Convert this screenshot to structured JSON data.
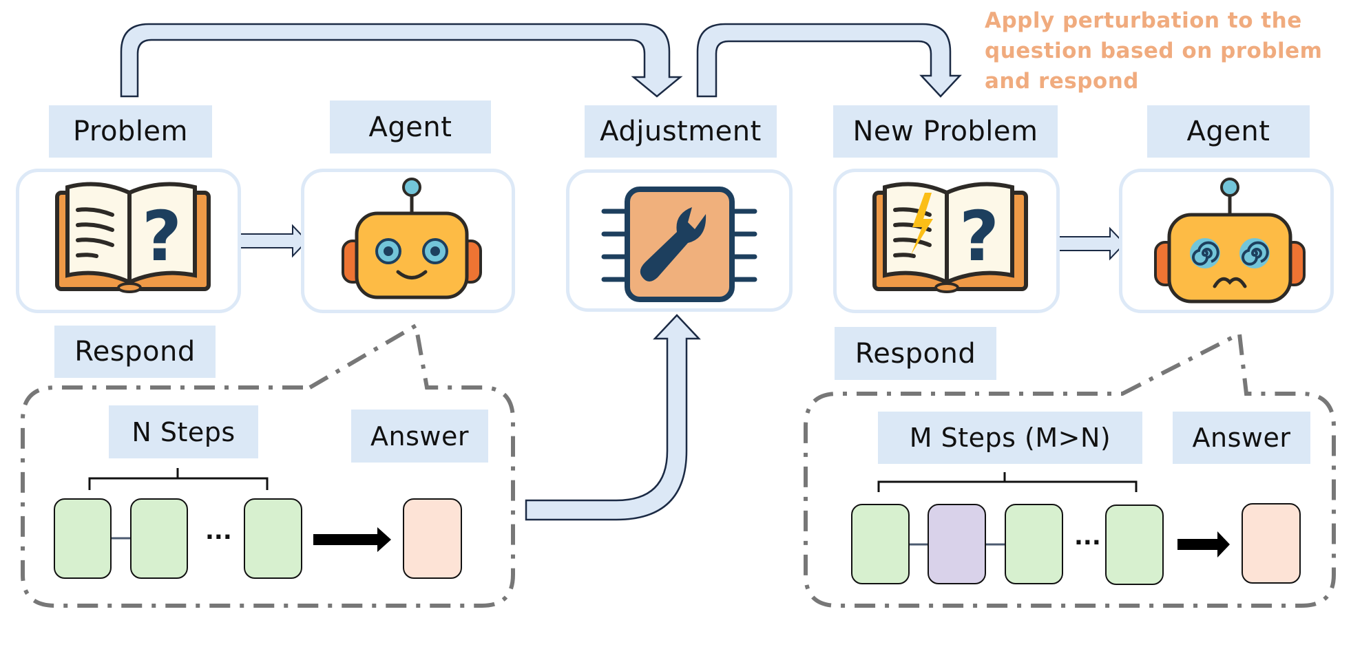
{
  "annotation": {
    "text_lines": [
      "Apply perturbation to the",
      "question based on problem",
      "and respond"
    ],
    "color": "#f0ab7e"
  },
  "stages": {
    "problem": {
      "label": "Problem",
      "icon": "book-question-icon"
    },
    "agent": {
      "label": "Agent",
      "icon": "happy-robot-icon"
    },
    "adjustment": {
      "label": "Adjustment",
      "icon": "wrench-chip-icon"
    },
    "new_problem": {
      "label": "New Problem",
      "icon": "book-lightning-question-icon"
    },
    "agent2": {
      "label": "Agent",
      "icon": "confused-robot-icon"
    }
  },
  "respond_left": {
    "label": "Respond",
    "steps_label": "N Steps",
    "answer_label": "Answer",
    "ellipsis": "...",
    "steps": [
      "normal",
      "normal",
      "normal"
    ]
  },
  "respond_right": {
    "label": "Respond",
    "steps_label": "M Steps (M>N)",
    "answer_label": "Answer",
    "ellipsis": "...",
    "steps": [
      "normal",
      "perturbed",
      "normal",
      "normal"
    ]
  },
  "colors": {
    "label_bg": "#dbe8f6",
    "arrow_fill": "#dce8f6",
    "arrow_stroke": "#1b2a44",
    "step_normal": "#d7f0cf",
    "step_perturbed": "#d9d2ea",
    "answer": "#fde3d6",
    "dash": "#777777"
  }
}
